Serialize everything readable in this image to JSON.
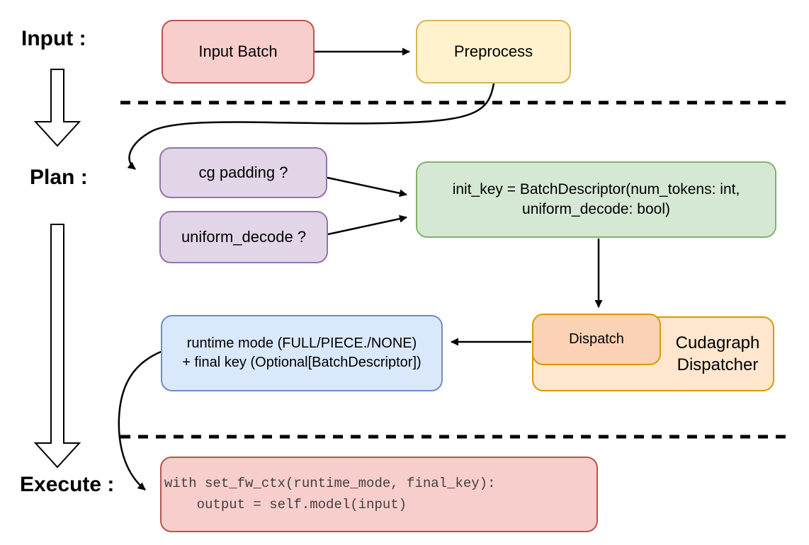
{
  "diagram": {
    "title_context": "Cudagraph dispatch flow",
    "stages": {
      "input_label": "Input :",
      "plan_label": "Plan :",
      "execute_label": "Execute :"
    },
    "nodes": {
      "input_batch": {
        "label": "Input Batch"
      },
      "preprocess": {
        "label": "Preprocess"
      },
      "cg_padding": {
        "label": "cg padding ?"
      },
      "uniform_decode": {
        "label": "uniform_decode ?"
      },
      "init_key": {
        "line1": "init_key = BatchDescriptor(num_tokens: int,",
        "line2": "uniform_decode: bool)"
      },
      "runtime_result": {
        "line1": "runtime mode (FULL/PIECE./NONE)",
        "line2": "+ final key (Optional[BatchDescriptor])"
      },
      "dispatch": {
        "label": "Dispatch"
      },
      "cudagraph_dispatcher": {
        "line1": "Cudagraph",
        "line2": "Dispatcher"
      },
      "execute_code": {
        "line1": "with set_fw_ctx(runtime_mode, final_key):",
        "line2": "    output = self.model(input)"
      }
    },
    "colors": {
      "red_fill": "#f8cecc",
      "red_stroke": "#b85450",
      "yellow_fill": "#fff2cc",
      "yellow_stroke": "#d6b656",
      "purple_fill": "#e1d5e7",
      "purple_stroke": "#9673a6",
      "green_fill": "#d5e8d4",
      "green_stroke": "#82b366",
      "blue_fill": "#dae8fc",
      "blue_stroke": "#6c8ebf",
      "orange_fill": "#ffe6cc",
      "orange_stroke": "#d79b00",
      "salmon_fill": "#fbd2b5",
      "connector": "#000000",
      "code_text": "#404040"
    }
  }
}
